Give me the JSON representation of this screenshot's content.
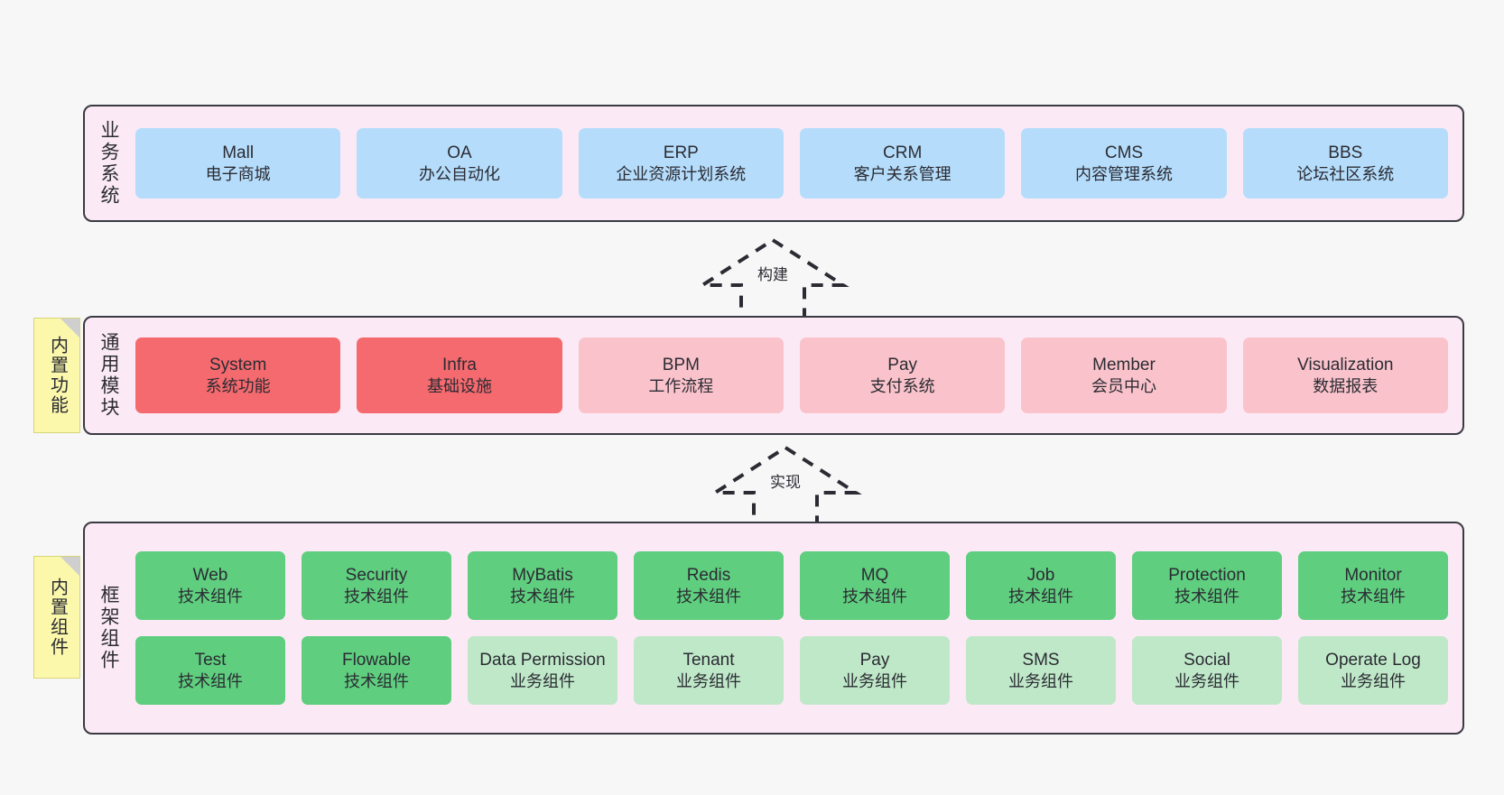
{
  "diagram": {
    "background_color": "#f7f7f7",
    "panel_color": "#fbeaf5",
    "panel_border_color": "#3a3a44",
    "note_color": "#fbf8ab"
  },
  "layers": [
    {
      "key": "business",
      "label": "业务系统",
      "note": null,
      "rows": [
        {
          "cards": [
            {
              "title": "Mall",
              "subtitle": "电子商城",
              "color": "#b5ddfb",
              "style": "c-blue"
            },
            {
              "title": "OA",
              "subtitle": "办公自动化",
              "color": "#b5ddfb",
              "style": "c-blue"
            },
            {
              "title": "ERP",
              "subtitle": "企业资源计划系统",
              "color": "#b5ddfb",
              "style": "c-blue"
            },
            {
              "title": "CRM",
              "subtitle": "客户关系管理",
              "color": "#b5ddfb",
              "style": "c-blue"
            },
            {
              "title": "CMS",
              "subtitle": "内容管理系统",
              "color": "#b5ddfb",
              "style": "c-blue"
            },
            {
              "title": "BBS",
              "subtitle": "论坛社区系统",
              "color": "#b5ddfb",
              "style": "c-blue"
            }
          ]
        }
      ]
    },
    {
      "key": "common-modules",
      "label": "通用模块",
      "note": "内置功能",
      "rows": [
        {
          "cards": [
            {
              "title": "System",
              "subtitle": "系统功能",
              "color": "#f46a6e",
              "style": "c-red"
            },
            {
              "title": "Infra",
              "subtitle": "基础设施",
              "color": "#f46a6e",
              "style": "c-red"
            },
            {
              "title": "BPM",
              "subtitle": "工作流程",
              "color": "#fac3cb",
              "style": "c-pink"
            },
            {
              "title": "Pay",
              "subtitle": "支付系统",
              "color": "#fac3cb",
              "style": "c-pink"
            },
            {
              "title": "Member",
              "subtitle": "会员中心",
              "color": "#fac3cb",
              "style": "c-pink"
            },
            {
              "title": "Visualization",
              "subtitle": "数据报表",
              "color": "#fac3cb",
              "style": "c-pink"
            }
          ]
        }
      ]
    },
    {
      "key": "framework-components",
      "label": "框架组件",
      "note": "内置组件",
      "rows": [
        {
          "cards": [
            {
              "title": "Web",
              "subtitle": "技术组件",
              "color": "#5fce7f",
              "style": "c-green"
            },
            {
              "title": "Security",
              "subtitle": "技术组件",
              "color": "#5fce7f",
              "style": "c-green"
            },
            {
              "title": "MyBatis",
              "subtitle": "技术组件",
              "color": "#5fce7f",
              "style": "c-green"
            },
            {
              "title": "Redis",
              "subtitle": "技术组件",
              "color": "#5fce7f",
              "style": "c-green"
            },
            {
              "title": "MQ",
              "subtitle": "技术组件",
              "color": "#5fce7f",
              "style": "c-green"
            },
            {
              "title": "Job",
              "subtitle": "技术组件",
              "color": "#5fce7f",
              "style": "c-green"
            },
            {
              "title": "Protection",
              "subtitle": "技术组件",
              "color": "#5fce7f",
              "style": "c-green"
            },
            {
              "title": "Monitor",
              "subtitle": "技术组件",
              "color": "#5fce7f",
              "style": "c-green"
            }
          ]
        },
        {
          "cards": [
            {
              "title": "Test",
              "subtitle": "技术组件",
              "color": "#5fce7f",
              "style": "c-green"
            },
            {
              "title": "Flowable",
              "subtitle": "技术组件",
              "color": "#5fce7f",
              "style": "c-green"
            },
            {
              "title": "Data Permission",
              "subtitle": "业务组件",
              "color": "#bfe8c8",
              "style": "c-green-light"
            },
            {
              "title": "Tenant",
              "subtitle": "业务组件",
              "color": "#bfe8c8",
              "style": "c-green-light"
            },
            {
              "title": "Pay",
              "subtitle": "业务组件",
              "color": "#bfe8c8",
              "style": "c-green-light"
            },
            {
              "title": "SMS",
              "subtitle": "业务组件",
              "color": "#bfe8c8",
              "style": "c-green-light"
            },
            {
              "title": "Social",
              "subtitle": "业务组件",
              "color": "#bfe8c8",
              "style": "c-green-light"
            },
            {
              "title": "Operate Log",
              "subtitle": "业务组件",
              "color": "#bfe8c8",
              "style": "c-green-light"
            }
          ]
        }
      ]
    }
  ],
  "connectors": [
    {
      "key": "build",
      "label": "构建",
      "direction": "up"
    },
    {
      "key": "implement",
      "label": "实现",
      "direction": "up"
    }
  ]
}
